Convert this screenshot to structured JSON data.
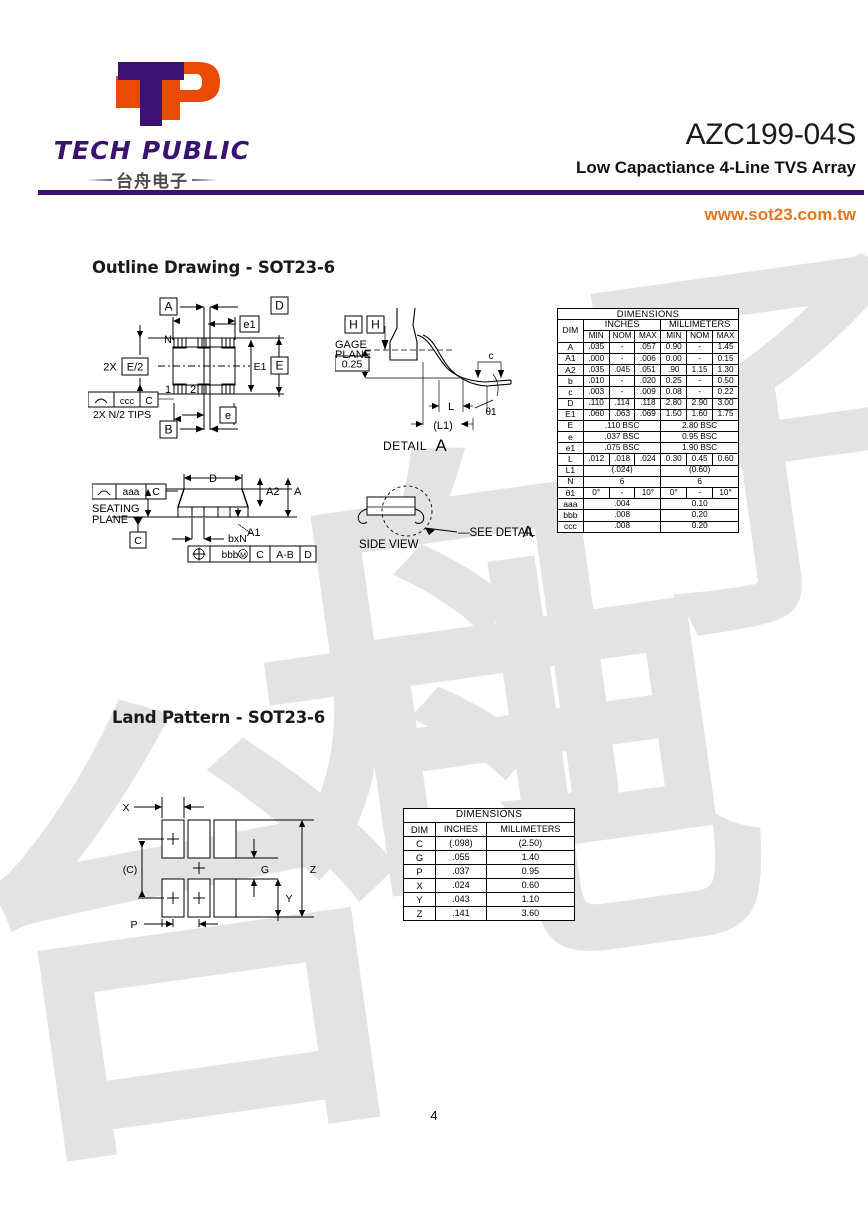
{
  "header": {
    "logo_text": "TECH PUBLIC",
    "logo_text_cn": "台舟电子",
    "part_number": "AZC199-04S",
    "subtitle": "Low Capactiance 4-Line TVS Array",
    "website": "www.sot23.com.tw",
    "rule_color": "#3b1172",
    "website_color": "#e8731c",
    "logo_purple": "#3b1172",
    "logo_orange": "#ea4a05"
  },
  "sections": {
    "outline_title": "Outline Drawing - SOT23-6",
    "land_title": "Land Pattern - SOT23-6"
  },
  "outline_drawing": {
    "top_view": {
      "labels": [
        "A",
        "e1",
        "D",
        "E",
        "E/2",
        "E1",
        "N",
        "1",
        "2",
        "e",
        "B",
        "C",
        "ccc"
      ],
      "label_2x_e2": "2X",
      "datum_e2": "E/2",
      "fcf_ccc": "ccc",
      "fcf_ccc_datum": "C",
      "tips_note": "2X N/2 TIPS",
      "pin_n": "N",
      "pin_1": "1",
      "pin_2": "2",
      "dim_a": "A",
      "dim_b": "B",
      "dim_d": "D",
      "dim_e": "E",
      "dim_e1_inner": "E1",
      "dim_e1_top": "e1",
      "dim_e_pitch": "e"
    },
    "side_view": {
      "fcf_aaa": "aaa",
      "fcf_aaa_datum": "C",
      "seating_plane": "SEATING PLANE",
      "datum_c": "C",
      "dim_d": "D",
      "dim_a": "A",
      "dim_a1": "A1",
      "dim_a2": "A2",
      "dim_bxn": "bxN",
      "fcf_pos_sym": "⌖",
      "fcf_bbb": "bbb",
      "fcf_bbb_mod": "Ⓜ",
      "fcf_datum_c": "C",
      "fcf_datum_ab": "A-B",
      "fcf_datum_d": "D"
    },
    "detail_a": {
      "title_prefix": "DETAIL",
      "title_letter": "A",
      "datum_h_1": "H",
      "datum_h_2": "H",
      "gage_plane": "GAGE PLANE",
      "dim_025": "0.25",
      "dim_c": "c",
      "dim_l": "L",
      "dim_l1": "(L1)",
      "dim_theta1": "θ1"
    },
    "side_view_small": {
      "label": "SIDE VIEW",
      "callout": "SEE DETAIL",
      "callout_letter": "A"
    }
  },
  "land_drawing": {
    "labels": {
      "x": "X",
      "c": "(C)",
      "g": "G",
      "y": "Y",
      "z": "Z",
      "p": "P"
    }
  },
  "tables": {
    "outline": {
      "title": "DIMENSIONS",
      "group_headers": [
        "DIM",
        "INCHES",
        "MILLIMETERS"
      ],
      "sub_headers": [
        "MIN",
        "NOM",
        "MAX",
        "MIN",
        "NOM",
        "MAX"
      ],
      "rows": [
        {
          "dim": "A",
          "type": "full",
          "cells": [
            ".035",
            "-",
            ".057",
            "0.90",
            "-",
            "1.45"
          ]
        },
        {
          "dim": "A1",
          "type": "full",
          "cells": [
            ".000",
            "-",
            ".006",
            "0.00",
            "-",
            "0.15"
          ]
        },
        {
          "dim": "A2",
          "type": "full",
          "cells": [
            ".035",
            ".045",
            ".051",
            ".90",
            "1.15",
            "1.30"
          ]
        },
        {
          "dim": "b",
          "type": "full",
          "cells": [
            ".010",
            "-",
            ".020",
            "0.25",
            "-",
            "0.50"
          ]
        },
        {
          "dim": "c",
          "type": "full",
          "cells": [
            ".003",
            "-",
            ".009",
            "0.08",
            "-",
            "0.22"
          ]
        },
        {
          "dim": "D",
          "type": "full",
          "cells": [
            ".110",
            ".114",
            ".118",
            "2.80",
            "2.90",
            "3.00"
          ]
        },
        {
          "dim": "E1",
          "type": "full",
          "cells": [
            ".060",
            ".063",
            ".069",
            "1.50",
            "1.60",
            "1.75"
          ]
        },
        {
          "dim": "E",
          "type": "span",
          "cells": [
            ".110 BSC",
            "2.80 BSC"
          ]
        },
        {
          "dim": "e",
          "type": "span",
          "cells": [
            ".037 BSC",
            "0.95 BSC"
          ]
        },
        {
          "dim": "e1",
          "type": "span",
          "cells": [
            ".075 BSC",
            "1.90 BSC"
          ]
        },
        {
          "dim": "L",
          "type": "full",
          "cells": [
            ".012",
            ".018",
            ".024",
            "0.30",
            "0.45",
            "0.60"
          ]
        },
        {
          "dim": "L1",
          "type": "span",
          "cells": [
            "(.024)",
            "(0.60)"
          ]
        },
        {
          "dim": "N",
          "type": "span",
          "cells": [
            "6",
            "6"
          ]
        },
        {
          "dim": "θ1",
          "type": "full",
          "cells": [
            "0°",
            "-",
            "10°",
            "0°",
            "-",
            "10°"
          ]
        },
        {
          "dim": "aaa",
          "type": "span",
          "cells": [
            ".004",
            "0.10"
          ]
        },
        {
          "dim": "bbb",
          "type": "span",
          "cells": [
            ".008",
            "0.20"
          ]
        },
        {
          "dim": "ccc",
          "type": "span",
          "cells": [
            ".008",
            "0.20"
          ]
        }
      ]
    },
    "land": {
      "title": "DIMENSIONS",
      "headers": [
        "DIM",
        "INCHES",
        "MILLIMETERS"
      ],
      "rows": [
        {
          "dim": "C",
          "inches": "(.098)",
          "mm": "(2.50)"
        },
        {
          "dim": "G",
          "inches": ".055",
          "mm": "1.40"
        },
        {
          "dim": "P",
          "inches": ".037",
          "mm": "0.95"
        },
        {
          "dim": "X",
          "inches": ".024",
          "mm": "0.60"
        },
        {
          "dim": "Y",
          "inches": ".043",
          "mm": "1.10"
        },
        {
          "dim": "Z",
          "inches": ".141",
          "mm": "3.60"
        }
      ]
    }
  },
  "footer": {
    "page_number": "4"
  },
  "watermark": {
    "chars": [
      "台",
      "舟",
      "电",
      "子"
    ],
    "color": "#e3e3e3"
  }
}
